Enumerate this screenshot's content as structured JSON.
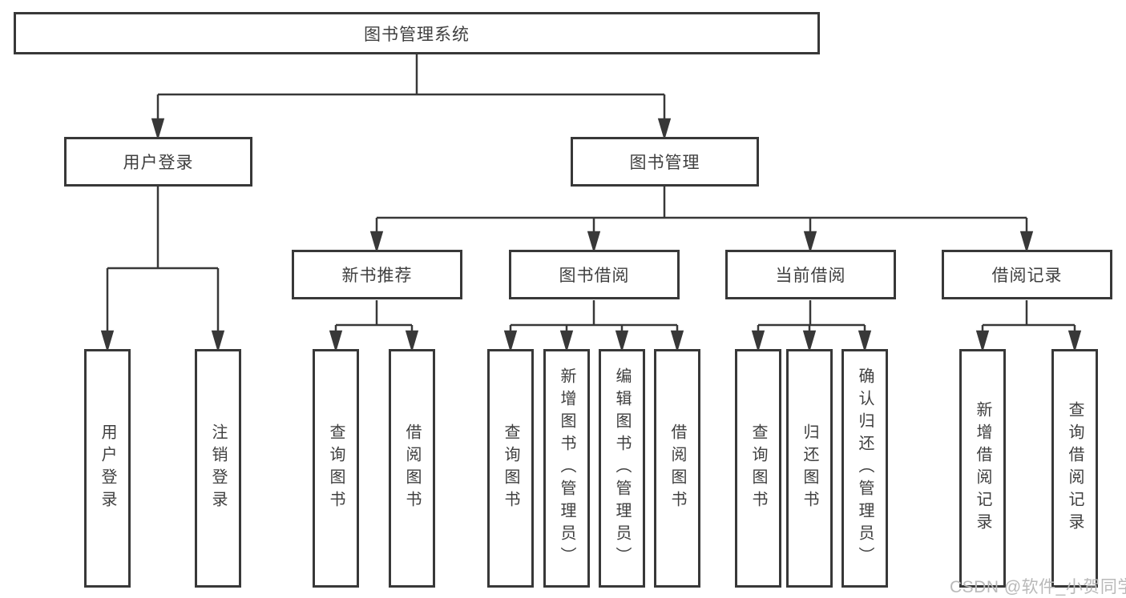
{
  "colors": {
    "line": "#383838",
    "text": "#3f3f3f",
    "watermark": "#b9b9b9",
    "background": "#ffffff"
  },
  "tree": {
    "root": "图书管理系统",
    "children": [
      {
        "label": "用户登录",
        "children": [
          "用户登录",
          "注销登录"
        ]
      },
      {
        "label": "图书管理",
        "children": [
          {
            "label": "新书推荐",
            "children": [
              "查询图书",
              "借阅图书"
            ]
          },
          {
            "label": "图书借阅",
            "children": [
              "查询图书",
              "新增图书（管理员）",
              "编辑图书（管理员）",
              "借阅图书"
            ]
          },
          {
            "label": "当前借阅",
            "children": [
              "查询图书",
              "归还图书",
              "确认归还（管理员）"
            ]
          },
          {
            "label": "借阅记录",
            "children": [
              "新增借阅记录",
              "查询借阅记录"
            ]
          }
        ]
      }
    ]
  },
  "watermark": "CSDN @软件_小贺同学"
}
